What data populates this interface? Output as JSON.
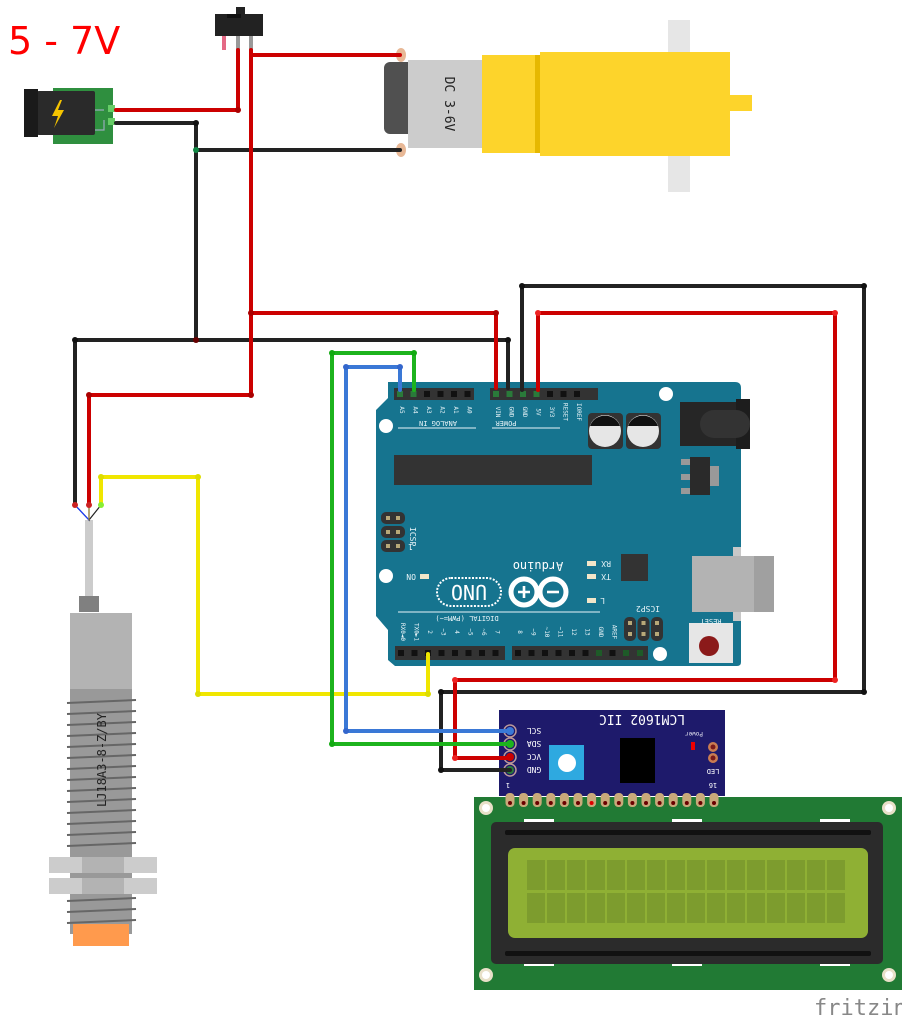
{
  "title": "Fritzing breadboard wiring diagram",
  "power_input": {
    "label": "5 - 7V",
    "component": "DC barrel jack"
  },
  "switch": {
    "component": "slide switch"
  },
  "motor": {
    "label": "DC 3-6V",
    "component": "yellow gear motor"
  },
  "sensor": {
    "label": "LJ18A3-8-Z/BY",
    "component": "inductive proximity sensor"
  },
  "arduino": {
    "brand": "Arduino",
    "model": "UNO",
    "analog_header_label": "ANALOG IN",
    "power_header_label": "POWER",
    "digital_header_label": "DIGITAL (PWM=~)",
    "analog_pins": [
      "A5",
      "A4",
      "A3",
      "A2",
      "A1",
      "A0"
    ],
    "power_pins": [
      "VIN",
      "GND",
      "GND",
      "5V",
      "3V3",
      "RESET",
      "IOREF"
    ],
    "digital_pins_left": [
      "RX0◄0",
      "TX0►1",
      "2",
      "~3",
      "4",
      "~5",
      "~6",
      "7"
    ],
    "digital_pins_right": [
      "8",
      "~9",
      "~10",
      "~11",
      "12",
      "13",
      "GND",
      "AREF"
    ],
    "icsp_label": "ICSP",
    "icsp2_label": "ICSP2",
    "icsp_pin1": "1",
    "reset_label": "RESET",
    "led_labels": {
      "on": "ON",
      "rx": "RX",
      "tx": "TX",
      "l": "L"
    }
  },
  "i2c_module": {
    "title": "LCM1602 IIC",
    "pins": [
      "SCL",
      "SDA",
      "VCC",
      "GND"
    ],
    "power_label": "Power",
    "led_label": "LED",
    "pin_first": "1",
    "pin_last": "16"
  },
  "lcd": {
    "component": "16x2 LCD",
    "columns": 16,
    "rows": 2
  },
  "wire_colors": {
    "power": "#cc0000",
    "ground": "#222222",
    "signal": "#f0e000",
    "sda": "#1db31d",
    "scl": "#3a78d6"
  },
  "connections": [
    {
      "from": "barrel jack +",
      "to": "switch",
      "color": "red"
    },
    {
      "from": "switch",
      "to": "motor +",
      "color": "red"
    },
    {
      "from": "barrel jack -",
      "to": "motor -",
      "color": "black"
    },
    {
      "from": "switch",
      "to": "Arduino VIN",
      "color": "red"
    },
    {
      "from": "barrel jack -",
      "to": "Arduino GND",
      "color": "black"
    },
    {
      "from": "sensor signal",
      "to": "Arduino D2",
      "color": "yellow"
    },
    {
      "from": "sensor V+",
      "to": "switch output",
      "color": "red"
    },
    {
      "from": "sensor GND",
      "to": "ground bus",
      "color": "black"
    },
    {
      "from": "Arduino A4",
      "to": "I2C SDA",
      "color": "green"
    },
    {
      "from": "Arduino A5",
      "to": "I2C SCL",
      "color": "blue"
    },
    {
      "from": "Arduino 5V",
      "to": "I2C VCC",
      "color": "red"
    },
    {
      "from": "Arduino GND",
      "to": "I2C GND",
      "color": "black"
    }
  ],
  "watermark": "fritzing"
}
